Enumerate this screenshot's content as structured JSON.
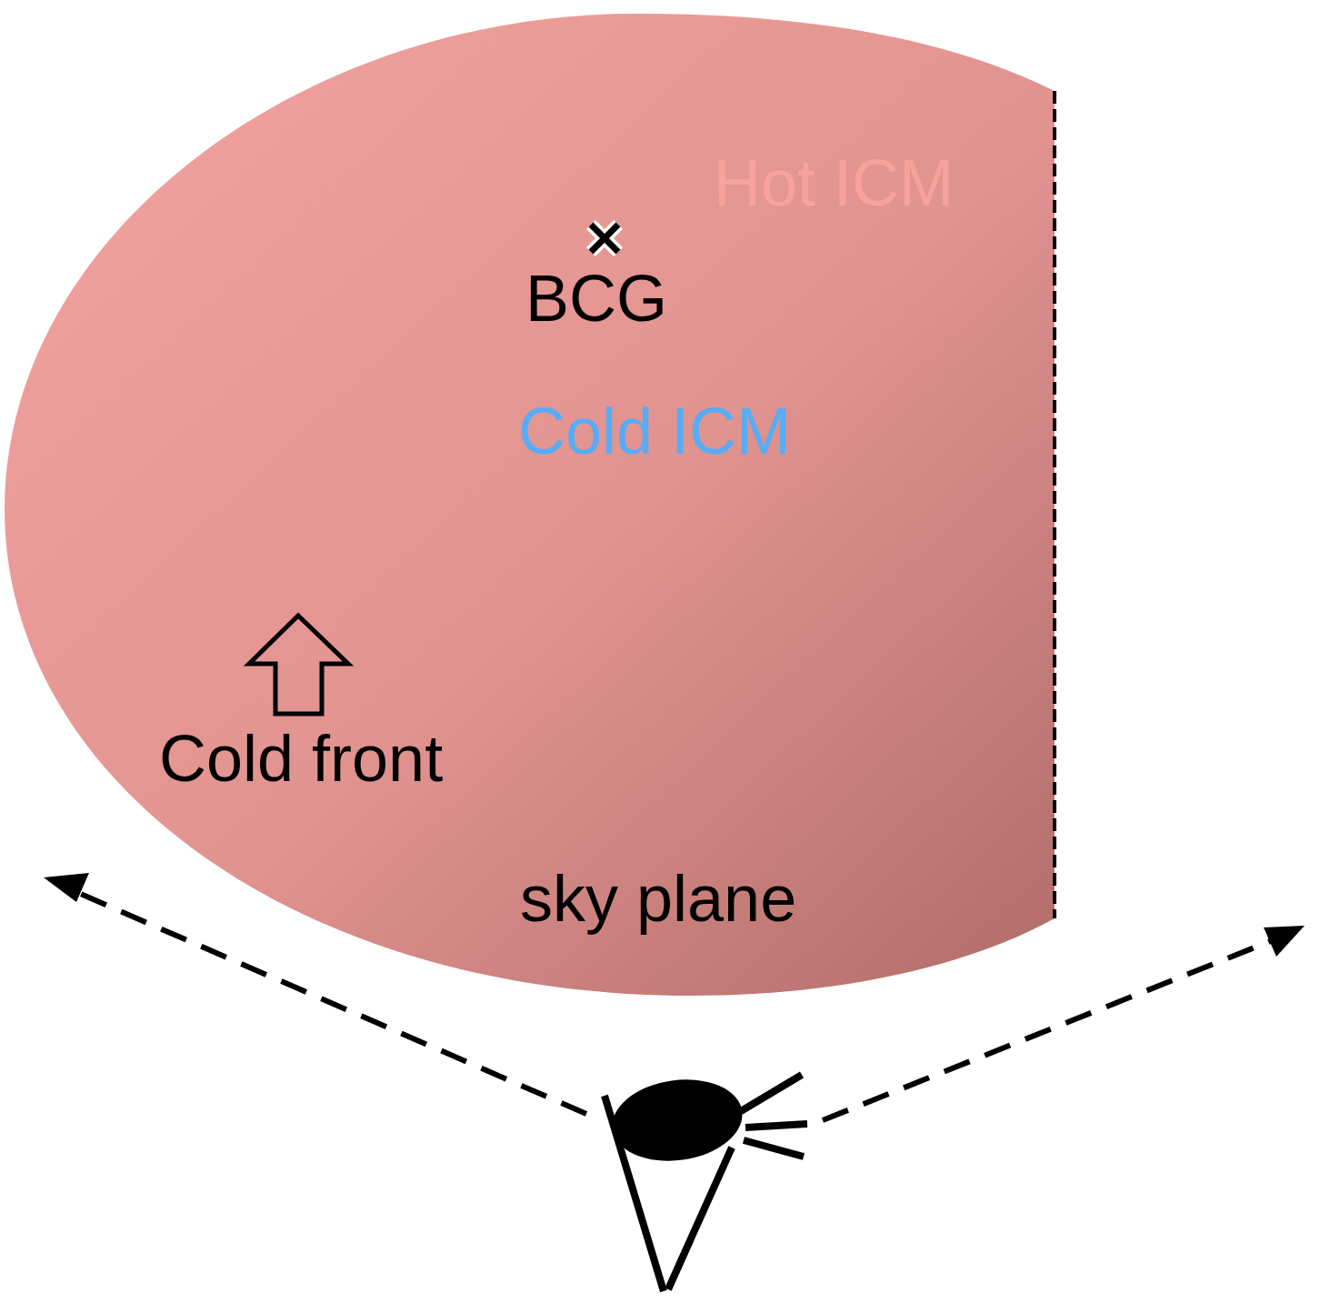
{
  "diagram": {
    "nodes": [
      {
        "text": [
          "Hot ICM"
        ]
      },
      {
        "text": [
          "Cold ICM"
        ],
        "in": 0
      }
    ],
    "labels": [
      "BCG",
      "Cold front",
      "sky plane"
    ]
  }
}
